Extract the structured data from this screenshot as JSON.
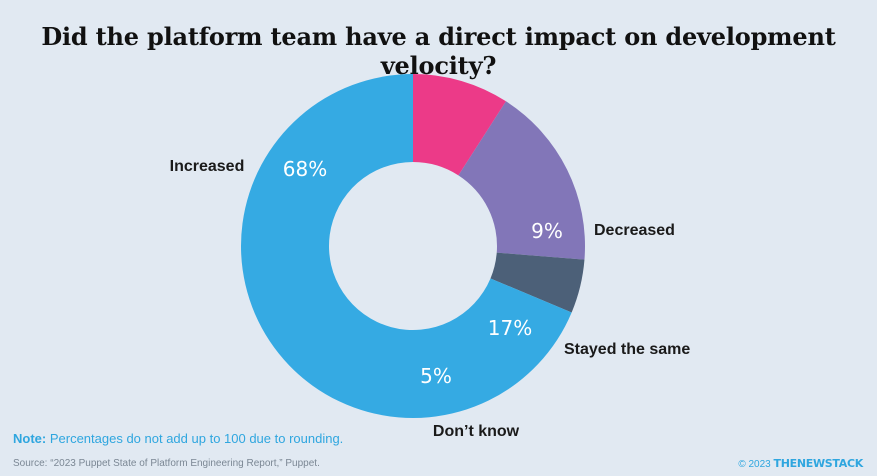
{
  "title": "Did the platform team have a direct impact on development velocity?",
  "note": {
    "label": "Note:",
    "text": "Percentages do not add up to 100 due to rounding."
  },
  "source": "Source: “2023 Puppet State of Platform Engineering Report,” Puppet.",
  "credit": {
    "year": "© 2023",
    "brand": "THENEWSTACK"
  },
  "colors": {
    "background": "#e1e9f2",
    "accent": "#2fa6df"
  },
  "chart_data": {
    "type": "pie",
    "style": "donut",
    "slices": [
      {
        "label": "Increased",
        "value": 68,
        "value_label": "68%",
        "color": "#35aae3"
      },
      {
        "label": "Decreased",
        "value": 9,
        "value_label": "9%",
        "color": "#ec3a88"
      },
      {
        "label": "Stayed the same",
        "value": 17,
        "value_label": "17%",
        "color": "#8276b8"
      },
      {
        "label": "Don’t know",
        "value": 5,
        "value_label": "5%",
        "color": "#4c6078"
      }
    ]
  }
}
